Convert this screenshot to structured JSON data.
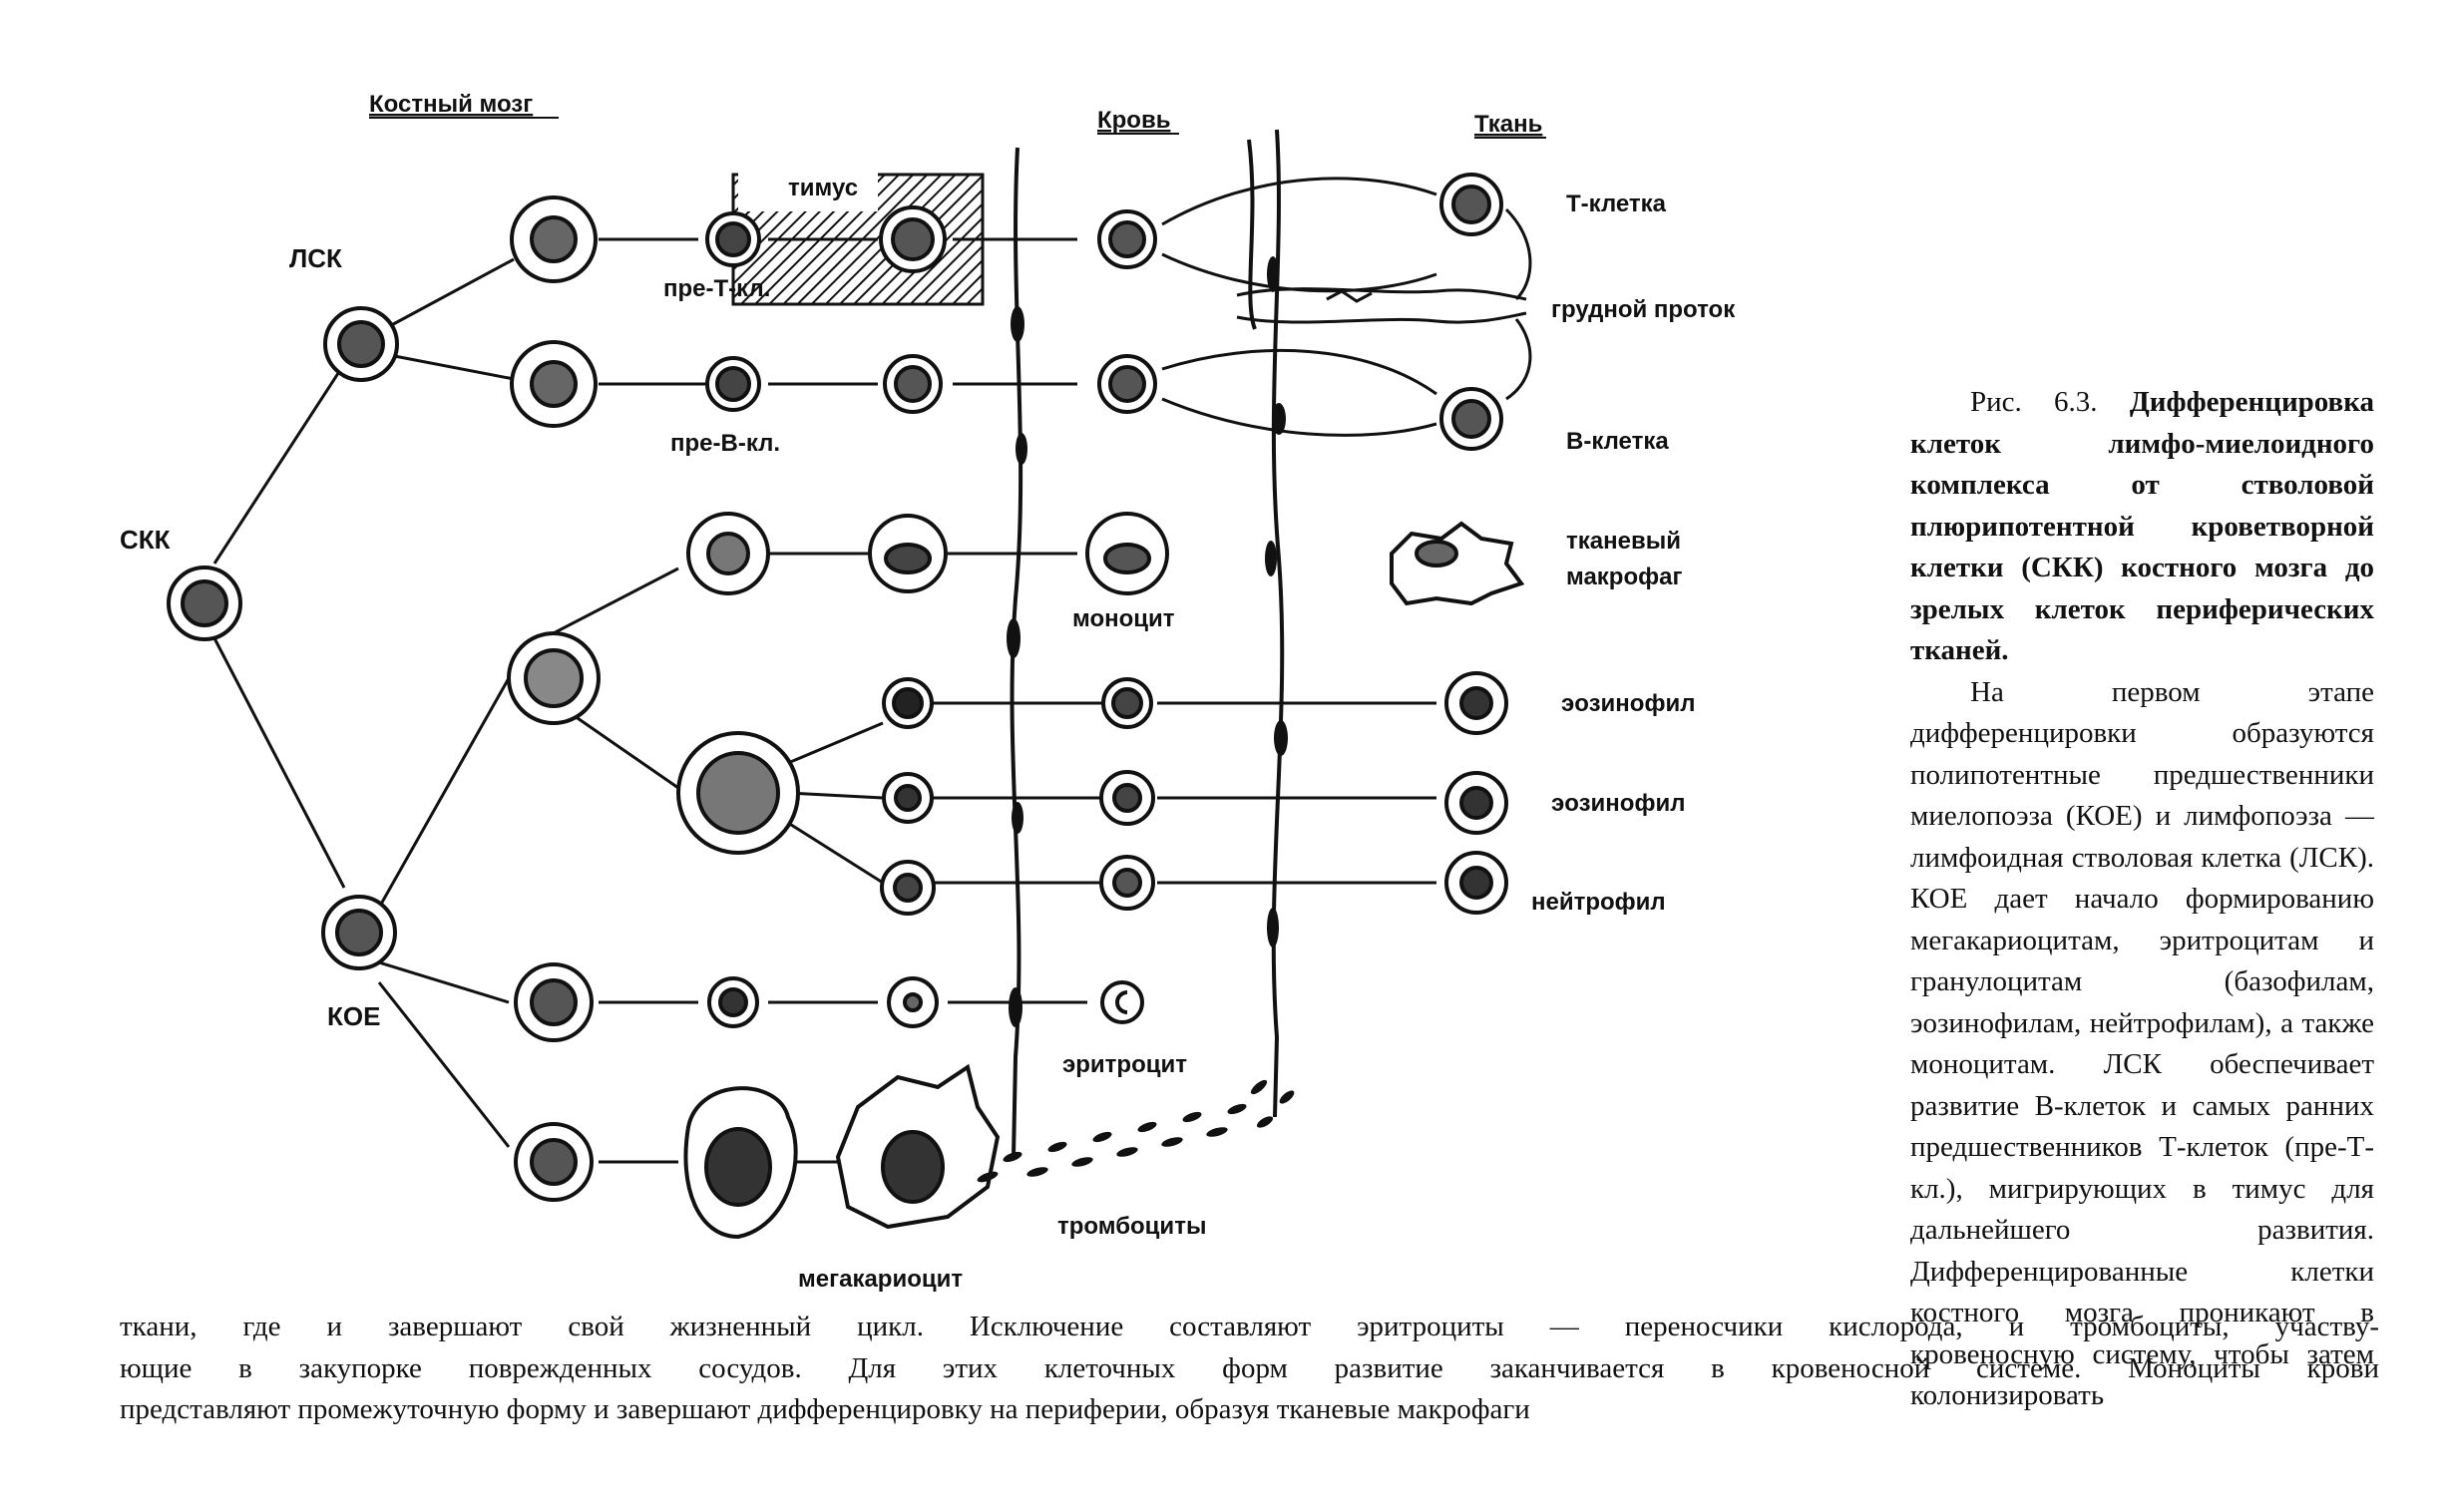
{
  "headers": {
    "bone_marrow": "Костный мозг",
    "blood": "Кровь",
    "tissue": "Ткань"
  },
  "labels": {
    "skk": "СКК",
    "lsk": "ЛСК",
    "koe": "КОЕ",
    "thymus": "тимус",
    "pre_t": "пре-Т-кл.",
    "pre_b": "пре-В-кл.",
    "t_cell": "Т-клетка",
    "thoracic_duct": "грудной проток",
    "b_cell": "В-клетка",
    "tissue_macrophage_1": "тканевый",
    "tissue_macrophage_2": "макрофаг",
    "monocyte": "моноцит",
    "eosinophil_1": "эозинофил",
    "eosinophil_2": "эозинофил",
    "neutrophil": "нейтрофил",
    "erythrocyte": "эритроцит",
    "platelets": "тромбоциты",
    "megakaryocyte": "мегакариоцит"
  },
  "caption": {
    "fig_number": "Рис. 6.3.",
    "fig_title": "Дифференцировка клеток лимфо-миелоидного комплекса от стволовой плюрипотентной кроветворной клетки (СКК) костного мозга до зрелых клеток периферических тканей.",
    "para": "На первом этапе дифференцировки образуются полипотентные предшественники миелопоэза (КОЕ) и лимфопоэза — лимфоидная стволовая клетка (ЛСК). КОЕ дает начало формированию мегакариоцитам, эритроцитам и гранулоцитам (базофилам, эозинофилам, нейтрофилам), а также моноцитам. ЛСК обеспечивает развитие В-клеток и самых ранних предшественников Т-клеток (пре-Т-кл.), мигрирующих в тимус для дальнейшего развития. Дифференцированные клетки костного мозга проникают в кровеносную систему, чтобы затем колонизировать"
  },
  "bottom_lines": [
    "ткани, где и завершают свой жизненный цикл. Исключение составляют эритроциты — переносчики кислорода, и тромбоциты, участву-",
    "ющие в закупорке поврежденных сосудов. Для этих клеточных форм развитие заканчивается в кровеносной системе. Моноциты крови",
    "представляют промежуточную форму и завершают дифференцировку на периферии, образуя тканевые макрофаги"
  ]
}
